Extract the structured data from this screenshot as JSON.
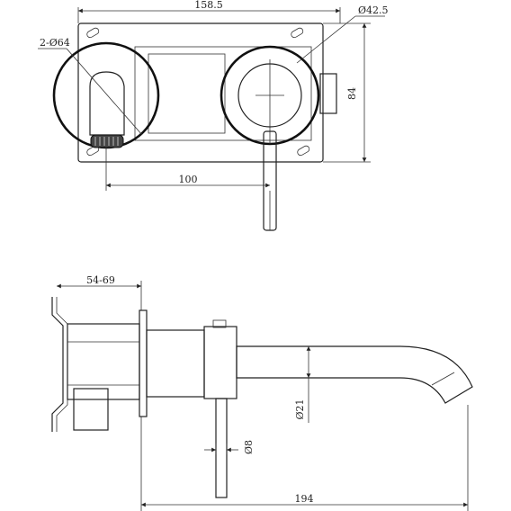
{
  "drawing": {
    "front_view": {
      "overall_width": "158.5",
      "hole_spec": "2-Ø64",
      "handle_dia": "Ø42.5",
      "height": "84",
      "centers": "100"
    },
    "side_view": {
      "wall_depth": "54-69",
      "spout_dia": "Ø21",
      "lever_dia": "Ø8",
      "projection": "194"
    }
  }
}
